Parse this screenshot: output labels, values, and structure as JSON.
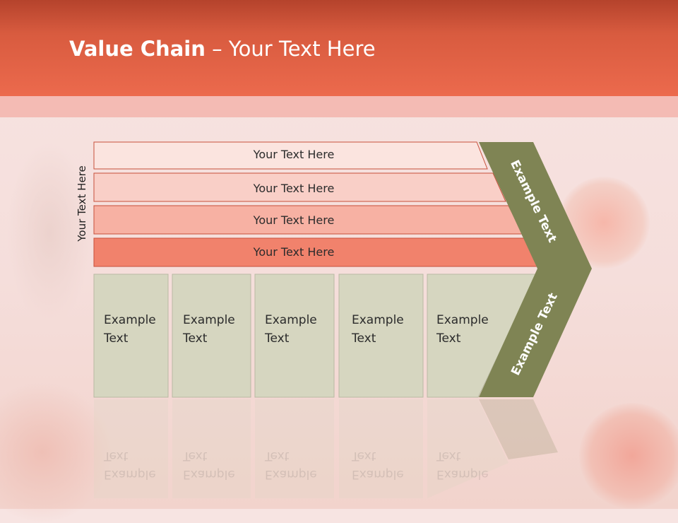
{
  "slide": {
    "title_bold": "Value Chain",
    "title_rest": " – Your Text Here",
    "side_label": "Your Text Here",
    "bars": [
      {
        "label": "Your Text Here",
        "fill": "#fbe4df"
      },
      {
        "label": "Your Text Here",
        "fill": "#f9cfc7"
      },
      {
        "label": "Your Text Here",
        "fill": "#f7b1a3"
      },
      {
        "label": "Your Text Here",
        "fill": "#f1826c"
      }
    ],
    "boxes": [
      {
        "line1": "Example",
        "line2": "Text"
      },
      {
        "line1": "Example",
        "line2": "Text"
      },
      {
        "line1": "Example",
        "line2": "Text"
      },
      {
        "line1": "Example",
        "line2": "Text"
      },
      {
        "line1": "Example",
        "line2": "Text"
      }
    ],
    "chevron_top": "Example Text",
    "chevron_bottom": "Example Text",
    "colors": {
      "header": "#e4603f",
      "box_fill": "#d6d6c0",
      "chevron_fill": "#7f8454",
      "bar_stroke": "#c7503b"
    }
  }
}
